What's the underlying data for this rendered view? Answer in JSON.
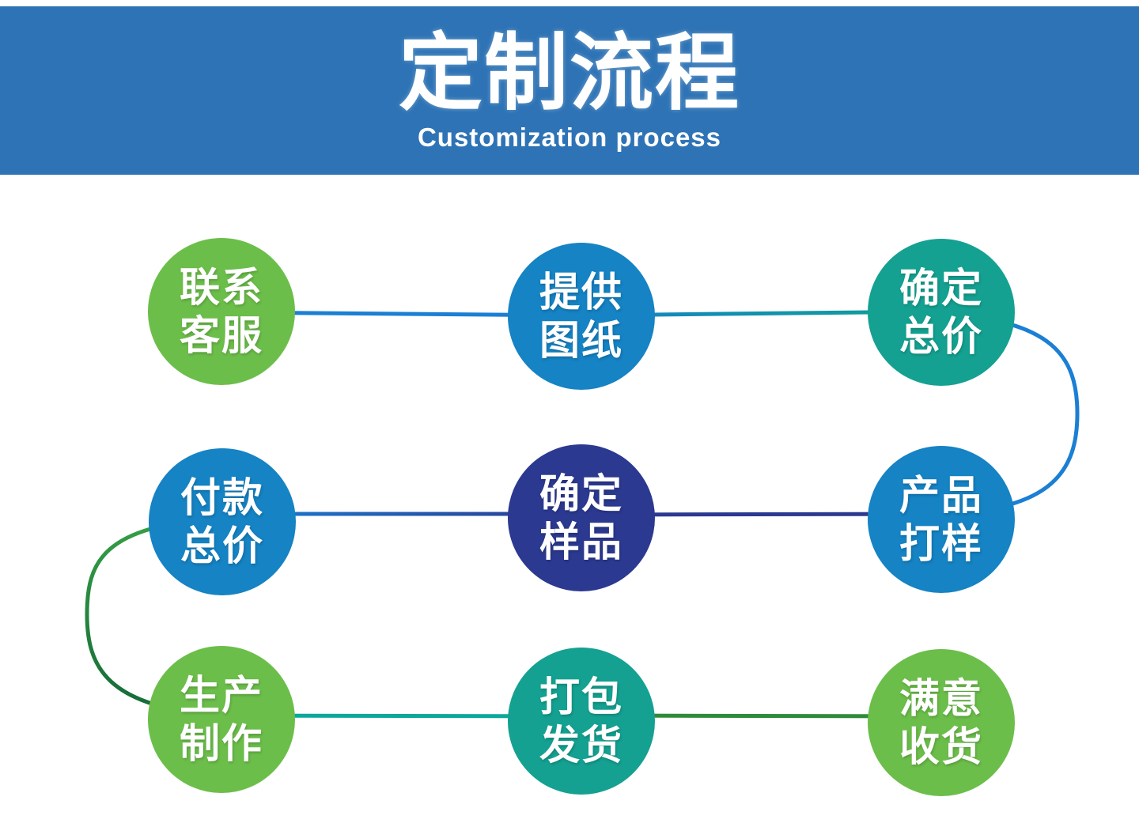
{
  "header": {
    "title": "定制流程",
    "subtitle": "Customization process",
    "background": "#2e73b5"
  },
  "steps": [
    {
      "order": 1,
      "line1": "联系",
      "line2": "客服",
      "color": "#6cbe4a"
    },
    {
      "order": 2,
      "line1": "提供",
      "line2": "图纸",
      "color": "#1583c4"
    },
    {
      "order": 3,
      "line1": "确定",
      "line2": "总价",
      "color": "#14a191"
    },
    {
      "order": 4,
      "line1": "付款",
      "line2": "总价",
      "color": "#1583c4"
    },
    {
      "order": 5,
      "line1": "确定",
      "line2": "样品",
      "color": "#2b3990"
    },
    {
      "order": 6,
      "line1": "产品",
      "line2": "打样",
      "color": "#1583c4"
    },
    {
      "order": 7,
      "line1": "生产",
      "line2": "制作",
      "color": "#6cbe4a"
    },
    {
      "order": 8,
      "line1": "打包",
      "line2": "发货",
      "color": "#14a191"
    },
    {
      "order": 9,
      "line1": "满意",
      "line2": "收货",
      "color": "#6cbe4a"
    }
  ],
  "flow_order": [
    "联系客服",
    "提供图纸",
    "确定总价",
    "产品打样",
    "确定样品",
    "付款总价",
    "生产制作",
    "打包发货",
    "满意收货"
  ],
  "connectors": {
    "c1_c2": {
      "color": "#1b7fd4"
    },
    "c2_c3": {
      "color_start": "#1583c4",
      "color_end": "#0fa096"
    },
    "c3_c6_curve": {
      "color": "#1b7fd4"
    },
    "c6_c5": {
      "color": "#2b3990"
    },
    "c5_c4": {
      "color_start": "#1b7fd4",
      "color_end": "#2b3990"
    },
    "c4_c7_curve": {
      "color_start": "#35a045",
      "color_end": "#156a38"
    },
    "c7_c8": {
      "color": "#0ca89a"
    },
    "c8_c9": {
      "color": "#2e8b3a"
    }
  }
}
